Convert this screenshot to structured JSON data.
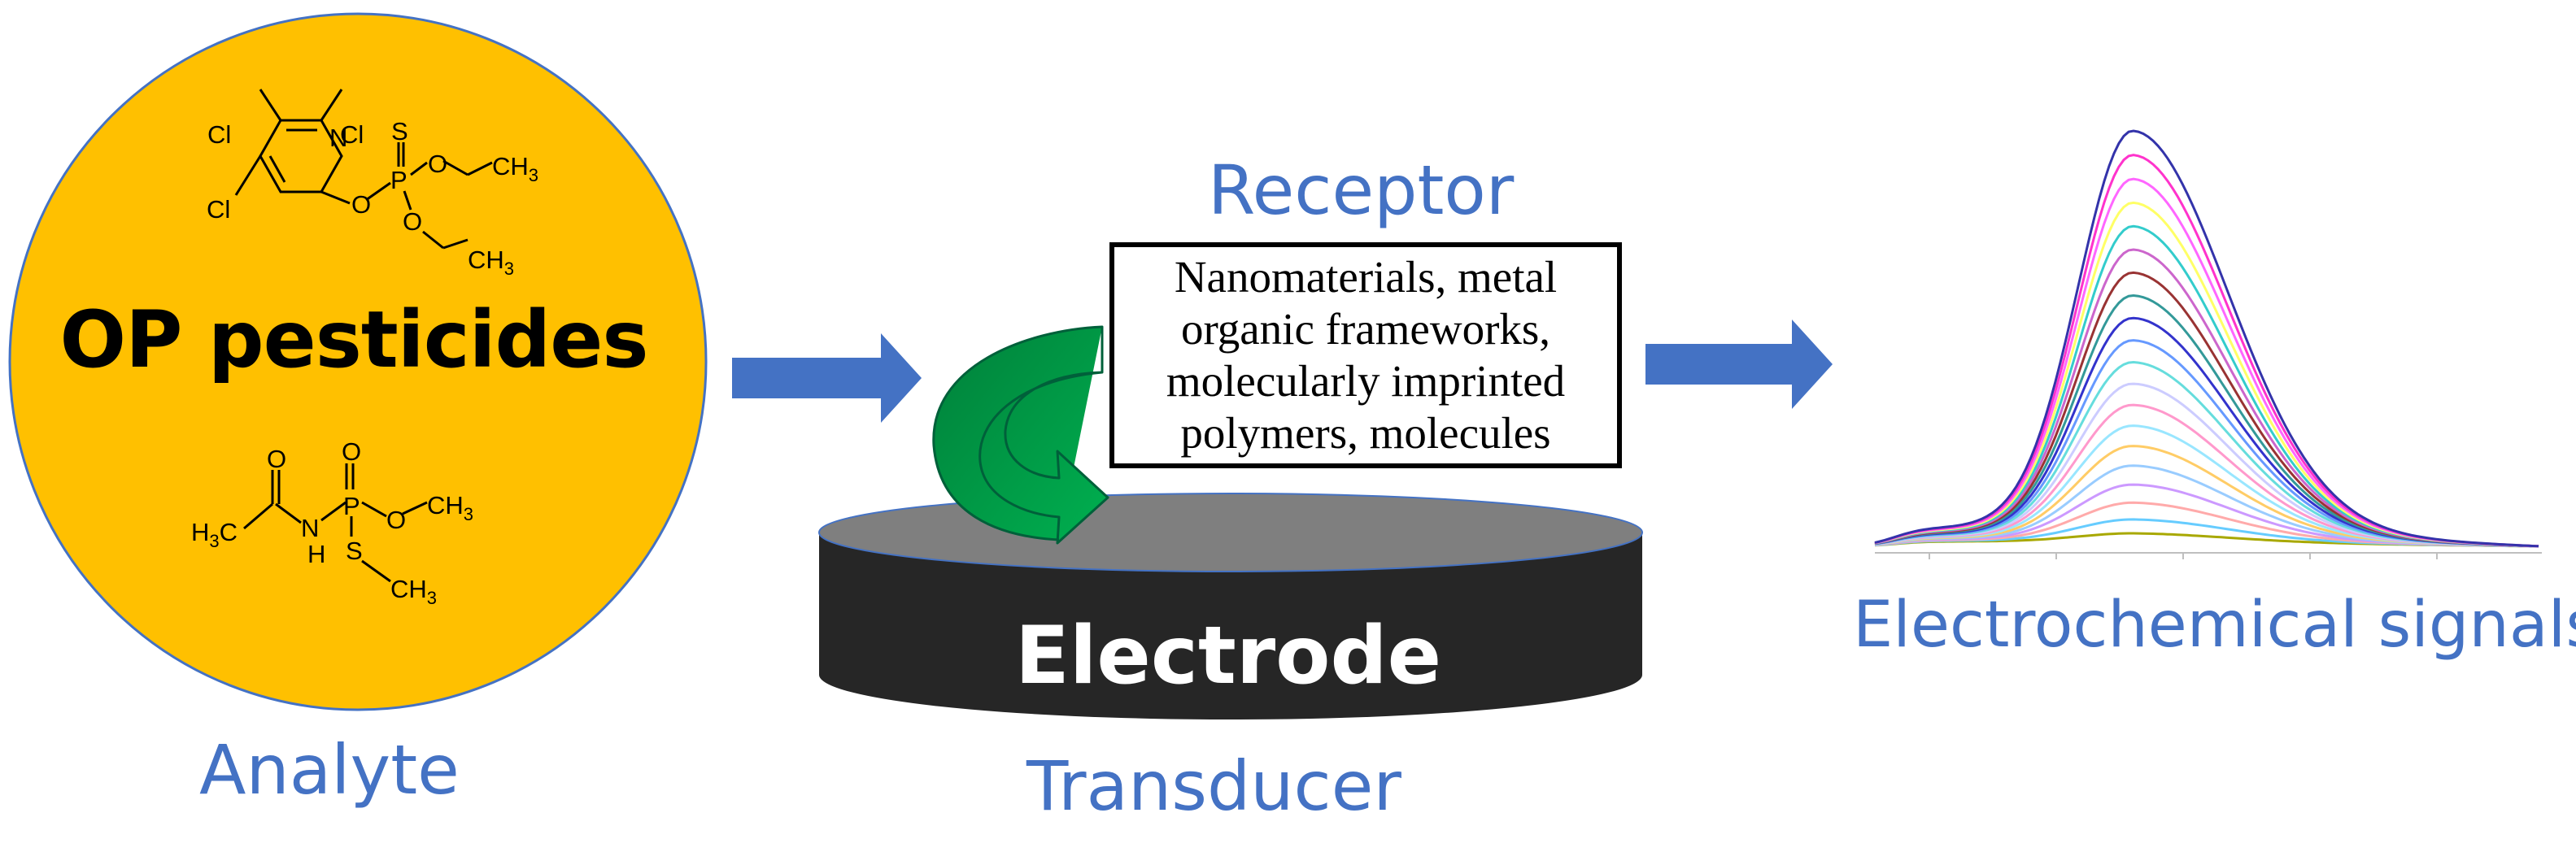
{
  "analyte": {
    "label": "Analyte",
    "title": "OP pesticides",
    "molecule_1_atoms": [
      "Cl",
      "Cl",
      "Cl",
      "N",
      "O",
      "P",
      "S",
      "O",
      "O",
      "CH3",
      "CH3"
    ],
    "molecule_2_atoms": [
      "H3C",
      "O",
      "N",
      "H",
      "P",
      "O",
      "O",
      "S",
      "CH3",
      "CH3"
    ]
  },
  "receptor": {
    "label": "Receptor",
    "text_lines": [
      "Nanomaterials, metal",
      "organic frameworks,",
      "molecularly imprinted",
      "polymers, molecules"
    ]
  },
  "transducer": {
    "label": "Transducer",
    "electrode_text": "Electrode"
  },
  "signals": {
    "label": "Electrochemical signals",
    "curve_count": 20
  },
  "colors": {
    "analyte_fill": "#FFC000",
    "analyte_stroke": "#4472C4",
    "arrow_blue": "#4472C4",
    "label_blue": "#4472C4",
    "electrode_body": "#262626",
    "electrode_top": "#7F7F7F",
    "curved_arrow_green": "#00B050"
  }
}
